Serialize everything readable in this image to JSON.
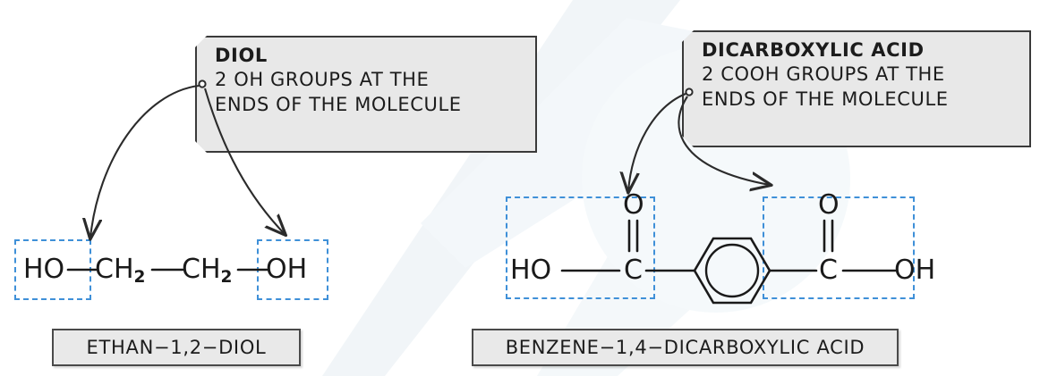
{
  "figure": {
    "title_hidden": "Diol and dicarboxylic acid monomer structures",
    "accent_dashed_color": "#3f90d8",
    "callout_fill": "#e8e8e8",
    "callout_border": "#3a3a3a",
    "caption_fill": "#e9e9e9",
    "ink_color": "#1a1a1a"
  },
  "callouts": [
    {
      "id": "diol-callout",
      "title": "DIOL",
      "lines": [
        "2 OH  GROUPS  AT  THE",
        "ENDS  OF  THE  MOLECULE"
      ]
    },
    {
      "id": "dicarboxylic-callout",
      "title": "DICARBOXYLIC  ACID",
      "lines": [
        "2 COOH  GROUPS  AT  THE",
        "ENDS  OF  THE  MOLECULE"
      ]
    }
  ],
  "molecules": [
    {
      "id": "ethane-diol",
      "caption": "ETHAN−1,2−DIOL",
      "formula_parts": [
        {
          "text": "HO",
          "kind": "group"
        },
        {
          "text": "—",
          "kind": "bond"
        },
        {
          "text": "CH",
          "sub": "2",
          "kind": "group"
        },
        {
          "text": "—",
          "kind": "bond"
        },
        {
          "text": "CH",
          "sub": "2",
          "kind": "group"
        },
        {
          "text": "—",
          "kind": "bond"
        },
        {
          "text": "OH",
          "kind": "group"
        }
      ],
      "highlighted_groups": [
        "HO",
        "OH"
      ]
    },
    {
      "id": "benzene-1-4-dicarboxylic-acid",
      "caption": "BENZENE−1,4−DICARBOXYLIC  ACID",
      "left_group": {
        "hydroxyl": "HO",
        "carbon": "C",
        "double_bond_oxygen": "O"
      },
      "ring": {
        "name": "benzene-ring",
        "aromatic_circle": true
      },
      "right_group": {
        "carbon": "C",
        "hydroxyl": "OH",
        "double_bond_oxygen": "O"
      },
      "highlighted_groups": [
        "COOH",
        "COOH"
      ]
    }
  ],
  "connectors": [
    {
      "id": "diol-arrow-left",
      "from": "diol-callout",
      "to": "ethane-diol-left-oh"
    },
    {
      "id": "diol-arrow-right",
      "from": "diol-callout",
      "to": "ethane-diol-right-oh"
    },
    {
      "id": "acid-arrow-left",
      "from": "dicarboxylic-callout",
      "to": "acid-left-cooh"
    },
    {
      "id": "acid-arrow-right",
      "from": "dicarboxylic-callout",
      "to": "acid-right-cooh"
    }
  ]
}
